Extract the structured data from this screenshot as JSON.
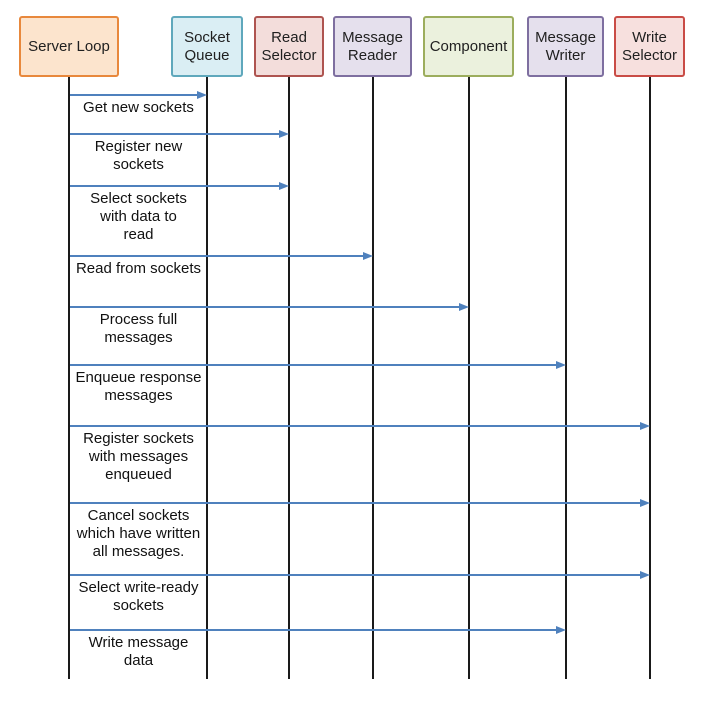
{
  "diagram": {
    "kind": "uml-sequence-diagram",
    "colors": {
      "background": "#ffffff",
      "arrow": "#4F81BD",
      "lifeline": "#1a1a1a",
      "text": "#1f1f1f"
    },
    "actors": [
      {
        "id": "server-loop",
        "label": "Server Loop",
        "lines": [
          "Server Loop"
        ],
        "fill": "#FCE4CD",
        "border": "#E8883C"
      },
      {
        "id": "socket-queue",
        "label": "Socket Queue",
        "lines": [
          "Socket",
          "Queue"
        ],
        "fill": "#DAEEF4",
        "border": "#5FA8BC"
      },
      {
        "id": "read-selector",
        "label": "Read Selector",
        "lines": [
          "Read",
          "Selector"
        ],
        "fill": "#F3DDDB",
        "border": "#AE5450"
      },
      {
        "id": "message-reader",
        "label": "Message Reader",
        "lines": [
          "Message",
          "Reader"
        ],
        "fill": "#E5E0ED",
        "border": "#7E6FA0"
      },
      {
        "id": "component",
        "label": "Component",
        "lines": [
          "Component"
        ],
        "fill": "#EBF1DD",
        "border": "#9CAD5D"
      },
      {
        "id": "message-writer",
        "label": "Message Writer",
        "lines": [
          "Message",
          "Writer"
        ],
        "fill": "#E5E0ED",
        "border": "#7E6FA0"
      },
      {
        "id": "write-selector",
        "label": "Write Selector",
        "lines": [
          "Write",
          "Selector"
        ],
        "fill": "#F7E0DE",
        "border": "#C94C46"
      }
    ],
    "messages": [
      {
        "from": "server-loop",
        "to": "socket-queue",
        "label": "Get new sockets",
        "lines": [
          "Get new sockets"
        ]
      },
      {
        "from": "server-loop",
        "to": "read-selector",
        "label": "Register new sockets",
        "lines": [
          "Register new",
          "sockets"
        ]
      },
      {
        "from": "server-loop",
        "to": "read-selector",
        "label": "Select sockets with data to read",
        "lines": [
          "Select sockets",
          "with data to",
          "read"
        ]
      },
      {
        "from": "server-loop",
        "to": "message-reader",
        "label": "Read from sockets",
        "lines": [
          "Read from sockets"
        ]
      },
      {
        "from": "server-loop",
        "to": "component",
        "label": "Process full messages",
        "lines": [
          "Process full",
          "messages"
        ]
      },
      {
        "from": "server-loop",
        "to": "message-writer",
        "label": "Enqueue response messages",
        "lines": [
          "Enqueue response",
          "messages"
        ]
      },
      {
        "from": "server-loop",
        "to": "write-selector",
        "label": "Register sockets with messages enqueued",
        "lines": [
          "Register sockets",
          "with messages",
          "enqueued"
        ]
      },
      {
        "from": "server-loop",
        "to": "write-selector",
        "label": "Cancel sockets which have written all messages.",
        "lines": [
          "Cancel sockets",
          "which have written",
          "all messages."
        ]
      },
      {
        "from": "server-loop",
        "to": "write-selector",
        "label": "Select write-ready sockets",
        "lines": [
          "Select write-ready",
          "sockets"
        ]
      },
      {
        "from": "server-loop",
        "to": "message-writer",
        "label": "Write message data",
        "lines": [
          "Write message",
          "data"
        ]
      }
    ]
  }
}
